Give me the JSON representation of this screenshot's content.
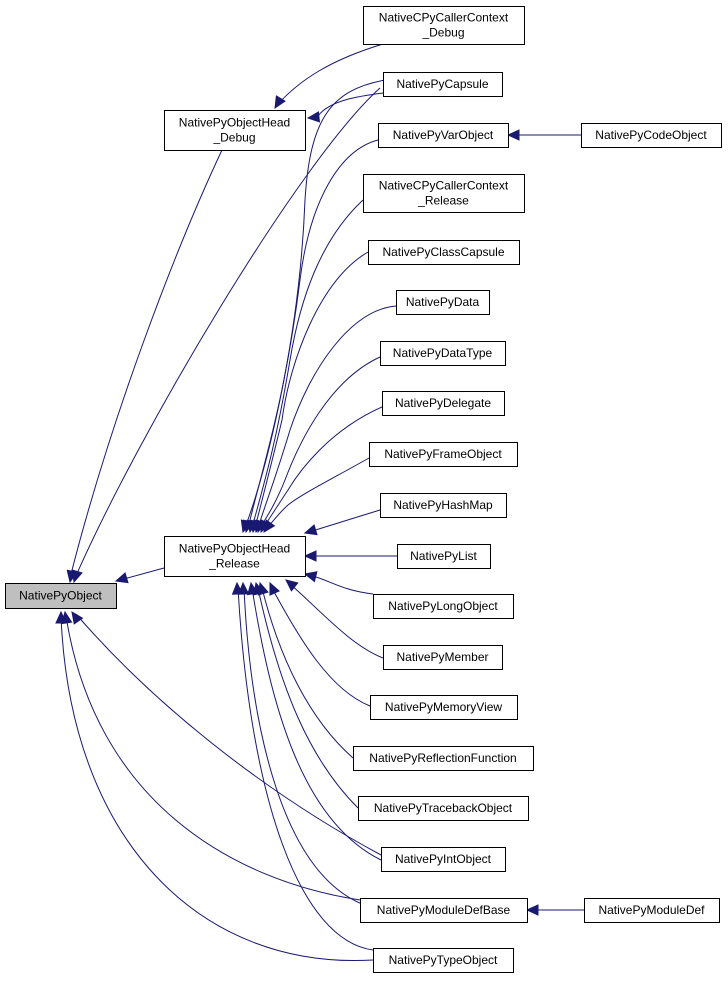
{
  "diagram": {
    "kind": "inheritance-graph",
    "colors": {
      "edge": "#191970",
      "root_fill": "#bfbfbf",
      "node_fill": "#ffffff",
      "border": "#000000"
    },
    "nodes": {
      "root": {
        "lines": [
          "NativePyObject"
        ]
      },
      "head_debug": {
        "lines": [
          "NativePyObjectHead",
          "_Debug"
        ]
      },
      "head_release": {
        "lines": [
          "NativePyObjectHead",
          "_Release"
        ]
      },
      "ccaller_debug": {
        "lines": [
          "NativeCPyCallerContext",
          "_Debug"
        ]
      },
      "capsule": {
        "lines": [
          "NativePyCapsule"
        ]
      },
      "varobject": {
        "lines": [
          "NativePyVarObject"
        ]
      },
      "codeobject": {
        "lines": [
          "NativePyCodeObject"
        ]
      },
      "ccaller_release": {
        "lines": [
          "NativeCPyCallerContext",
          "_Release"
        ]
      },
      "classcapsule": {
        "lines": [
          "NativePyClassCapsule"
        ]
      },
      "data": {
        "lines": [
          "NativePyData"
        ]
      },
      "datatype": {
        "lines": [
          "NativePyDataType"
        ]
      },
      "delegate": {
        "lines": [
          "NativePyDelegate"
        ]
      },
      "frameobject": {
        "lines": [
          "NativePyFrameObject"
        ]
      },
      "hashmap": {
        "lines": [
          "NativePyHashMap"
        ]
      },
      "list": {
        "lines": [
          "NativePyList"
        ]
      },
      "longobject": {
        "lines": [
          "NativePyLongObject"
        ]
      },
      "member": {
        "lines": [
          "NativePyMember"
        ]
      },
      "memoryview": {
        "lines": [
          "NativePyMemoryView"
        ]
      },
      "reflectionfunction": {
        "lines": [
          "NativePyReflectionFunction"
        ]
      },
      "tracebackobject": {
        "lines": [
          "NativePyTracebackObject"
        ]
      },
      "intobject": {
        "lines": [
          "NativePyIntObject"
        ]
      },
      "moduledefbase": {
        "lines": [
          "NativePyModuleDefBase"
        ]
      },
      "moduledef": {
        "lines": [
          "NativePyModuleDef"
        ]
      },
      "typeobject": {
        "lines": [
          "NativePyTypeObject"
        ]
      }
    },
    "edges": [
      {
        "from": "head_debug",
        "to": "root"
      },
      {
        "from": "head_release",
        "to": "root"
      },
      {
        "from": "capsule",
        "to": "root"
      },
      {
        "from": "intobject",
        "to": "root"
      },
      {
        "from": "moduledefbase",
        "to": "root"
      },
      {
        "from": "typeobject",
        "to": "root"
      },
      {
        "from": "ccaller_debug",
        "to": "head_debug"
      },
      {
        "from": "capsule",
        "to": "head_debug"
      },
      {
        "from": "capsule",
        "to": "head_release"
      },
      {
        "from": "varobject",
        "to": "head_release"
      },
      {
        "from": "ccaller_release",
        "to": "head_release"
      },
      {
        "from": "classcapsule",
        "to": "head_release"
      },
      {
        "from": "data",
        "to": "head_release"
      },
      {
        "from": "datatype",
        "to": "head_release"
      },
      {
        "from": "delegate",
        "to": "head_release"
      },
      {
        "from": "frameobject",
        "to": "head_release"
      },
      {
        "from": "hashmap",
        "to": "head_release"
      },
      {
        "from": "list",
        "to": "head_release"
      },
      {
        "from": "longobject",
        "to": "head_release"
      },
      {
        "from": "member",
        "to": "head_release"
      },
      {
        "from": "memoryview",
        "to": "head_release"
      },
      {
        "from": "reflectionfunction",
        "to": "head_release"
      },
      {
        "from": "tracebackobject",
        "to": "head_release"
      },
      {
        "from": "intobject",
        "to": "head_release"
      },
      {
        "from": "moduledefbase",
        "to": "head_release"
      },
      {
        "from": "typeobject",
        "to": "head_release"
      },
      {
        "from": "codeobject",
        "to": "varobject"
      },
      {
        "from": "moduledef",
        "to": "moduledefbase"
      }
    ]
  }
}
